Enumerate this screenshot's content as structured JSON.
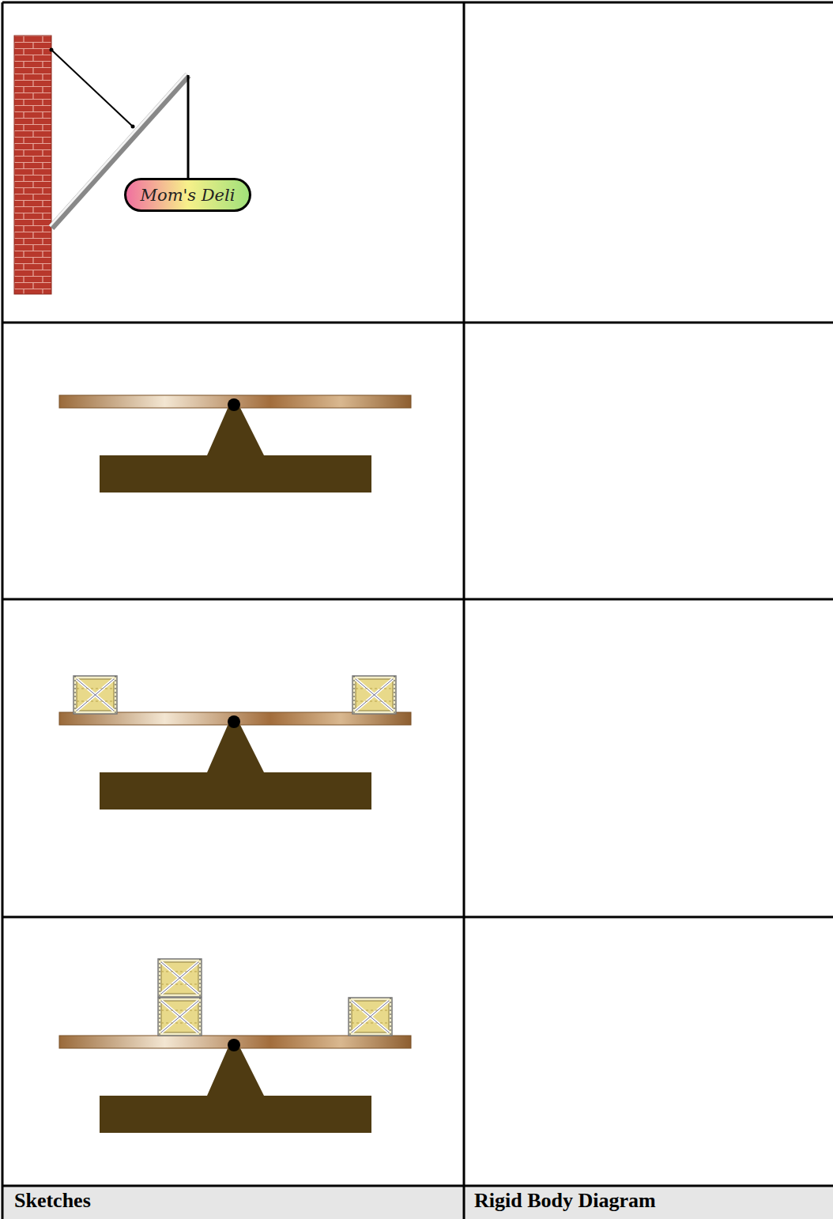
{
  "diagram": {
    "nodes": [
      {
        "text": [
          "Mom's Deli"
        ]
      }
    ],
    "labels": [
      "Sketches",
      "Rigid Body Diagram"
    ]
  }
}
